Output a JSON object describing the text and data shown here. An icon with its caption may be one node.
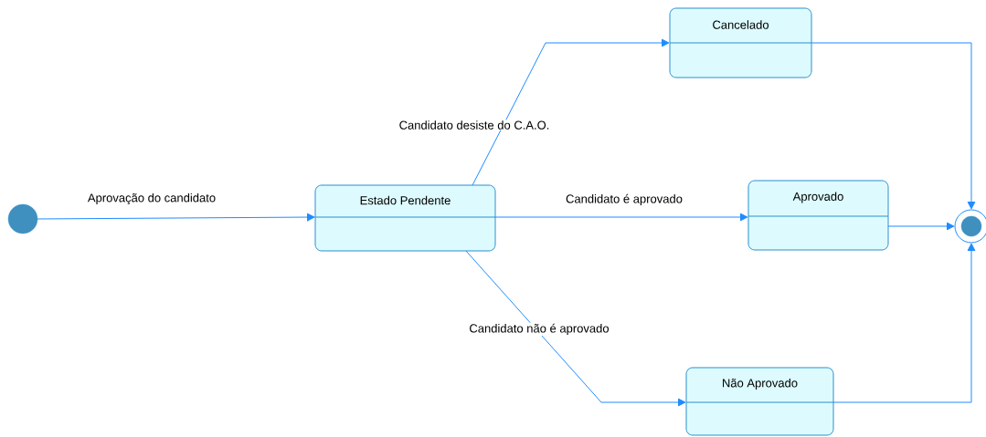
{
  "diagram": {
    "nodes": [
      {
        "text": [],
        "shape": "circle"
      },
      {
        "text": [
          "Estado Pendente"
        ]
      },
      {
        "text": [
          "Cancelado"
        ]
      },
      {
        "text": [
          "Aprovado"
        ]
      },
      {
        "text": [
          "Não Aprovado"
        ]
      },
      {
        "text": [],
        "shape": "circle"
      }
    ],
    "edges": [
      {
        "from": 0,
        "to": 1,
        "arrow": "to",
        "label": "Aprovação do candidato"
      },
      {
        "from": 1,
        "to": 2,
        "arrow": "to",
        "label": "Candidato desiste do C.A.O."
      },
      {
        "from": 1,
        "to": 3,
        "arrow": "to",
        "label": "Candidato é aprovado"
      },
      {
        "from": 1,
        "to": 4,
        "arrow": "to",
        "label": "Candidato não é aprovado"
      },
      {
        "from": 2,
        "to": 5,
        "arrow": "to"
      },
      {
        "from": 3,
        "to": 5,
        "arrow": "to"
      },
      {
        "from": 4,
        "to": 5,
        "arrow": "to"
      }
    ]
  }
}
